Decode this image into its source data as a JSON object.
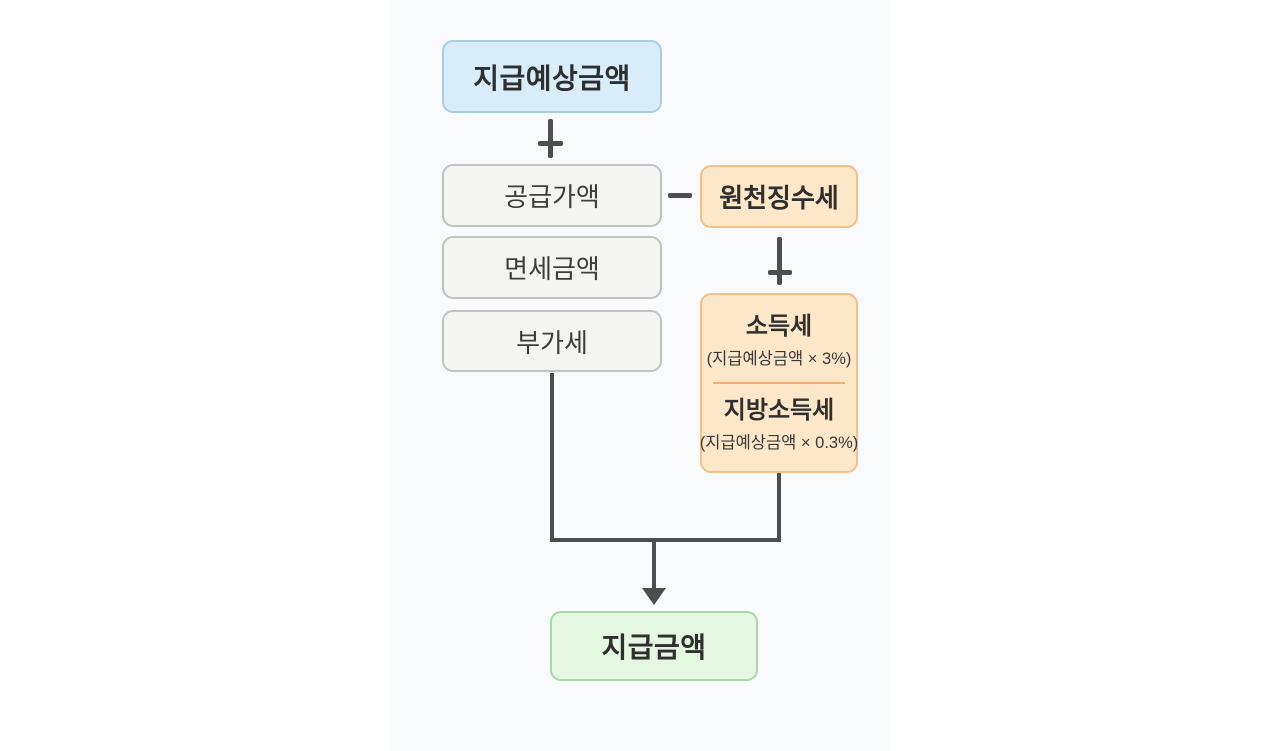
{
  "page": {
    "background": "#ffffff",
    "strip_background": "#f9fafb",
    "line_color": "#4d4d4d"
  },
  "flowchart": {
    "nodes": {
      "expected_payment": {
        "label": "지급예상금액",
        "fill": "#d9ecfa",
        "border": "#a7cde7"
      },
      "supply_value": {
        "label": "공급가액",
        "fill": "#f4f4f3",
        "border": "#c2c2c0"
      },
      "tax_free_amount": {
        "label": "면세금액",
        "fill": "#f4f4f3",
        "border": "#c2c2c0"
      },
      "vat": {
        "label": "부가세",
        "fill": "#f4f4f3",
        "border": "#c2c2c0"
      },
      "withholding_tax": {
        "label": "원천징수세",
        "fill": "#fde7c9",
        "border": "#f3c089"
      },
      "income_tax": {
        "label": "소득세",
        "formula": "(지급예상금액 × 3%)",
        "fill": "#fde7c9",
        "border": "#f3c089"
      },
      "local_income_tax": {
        "label": "지방소득세",
        "formula": "(지급예상금액 × 0.3%)",
        "fill": "#fde7c9",
        "border": "#f3c089"
      },
      "payment_amount": {
        "label": "지급금액",
        "fill": "#e5f6e2",
        "border": "#aad8a4"
      }
    },
    "operators": {
      "plus": "+",
      "minus": "−"
    }
  }
}
